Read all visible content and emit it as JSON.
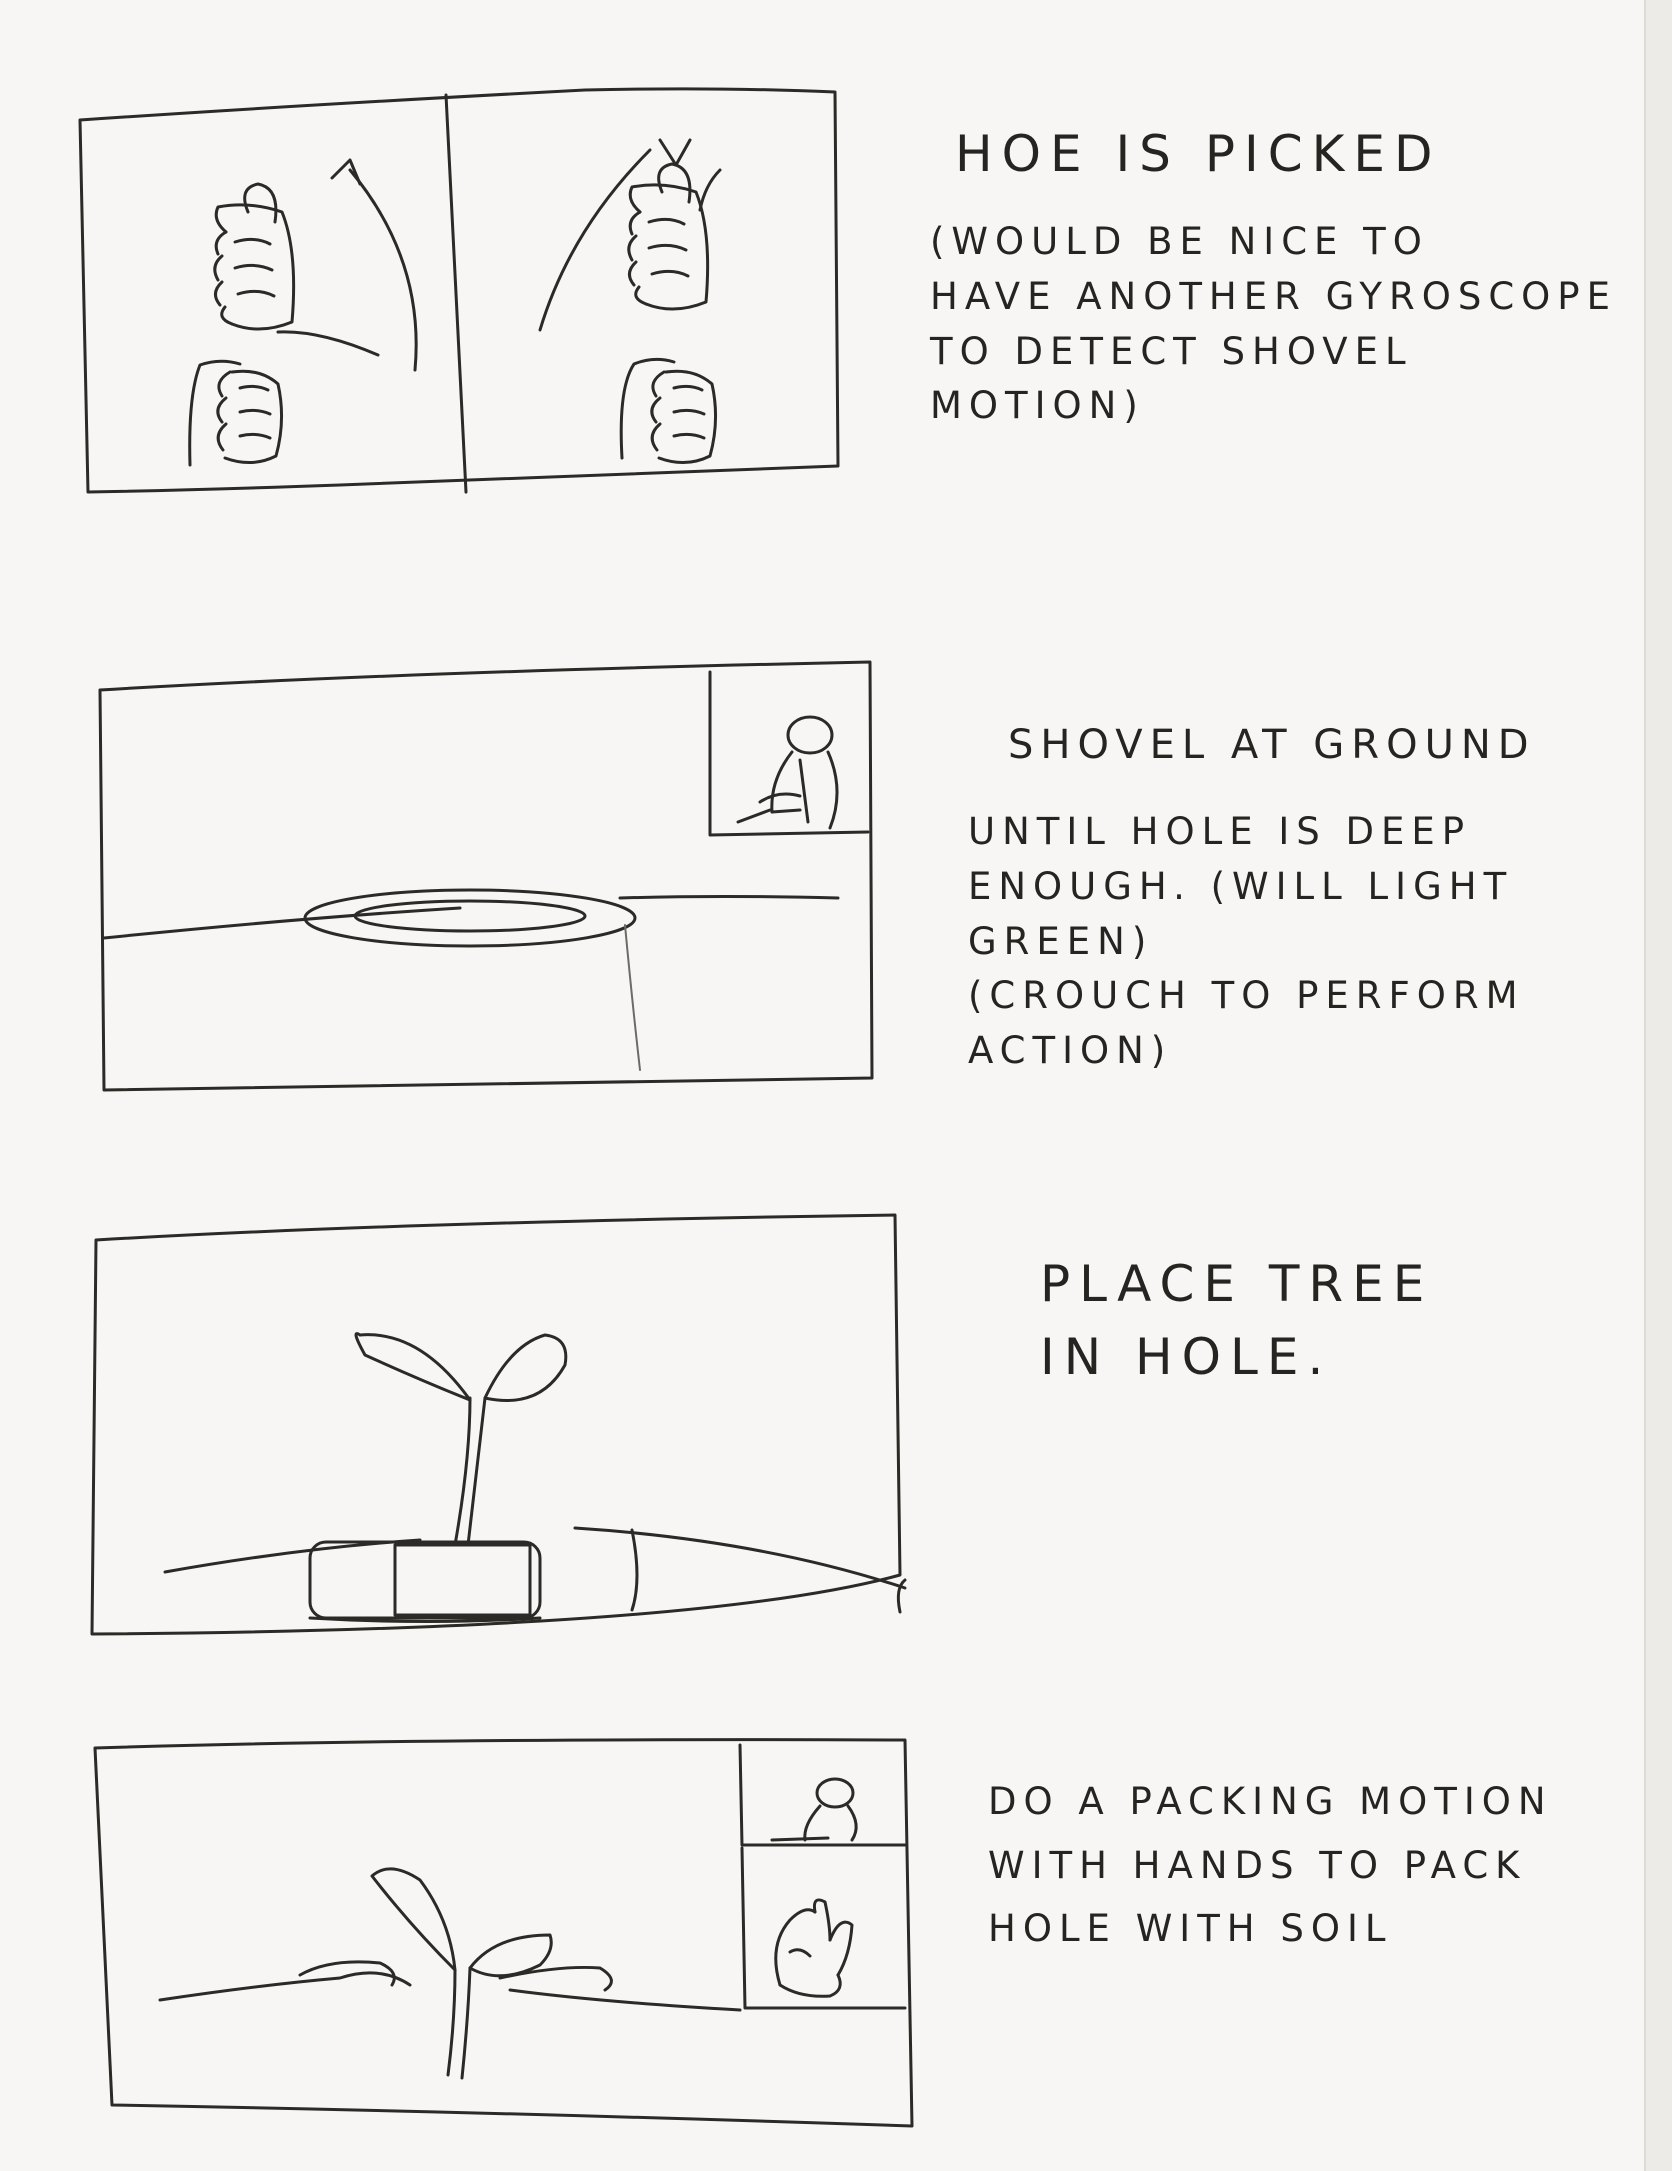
{
  "frames": [
    {
      "notes": [
        "HOE IS PICKED",
        "(WOULD BE NICE TO\nHAVE ANOTHER GYROSCOPE\nTO DETECT SHOVEL\nMOTION)"
      ],
      "icons": [
        "hand-thumbs-up-icon",
        "hand-fist-icon",
        "arrow-up-icon",
        "hand-thumbs-up-icon",
        "hand-fist-icon",
        "arrow-down-icon"
      ]
    },
    {
      "notes": [
        "SHOVEL AT GROUND",
        "UNTIL HOLE IS DEEP\nENOUGH. (WILL LIGHT\nGREEN)\n(CROUCH TO PERFORM\nACTION)"
      ],
      "icons": [
        "crouching-person-icon"
      ]
    },
    {
      "notes": [
        "PLACE TREE\nIN HOLE."
      ],
      "icons": [
        "sapling-icon"
      ]
    },
    {
      "notes": [
        "DO A PACKING MOTION\nWITH HANDS TO PACK\nHOLE WITH SOIL"
      ],
      "icons": [
        "crouching-person-icon",
        "open-hand-icon",
        "sapling-icon"
      ]
    }
  ],
  "colors": {
    "paper": "#f7f6f4",
    "ink": "#2c2a26"
  }
}
